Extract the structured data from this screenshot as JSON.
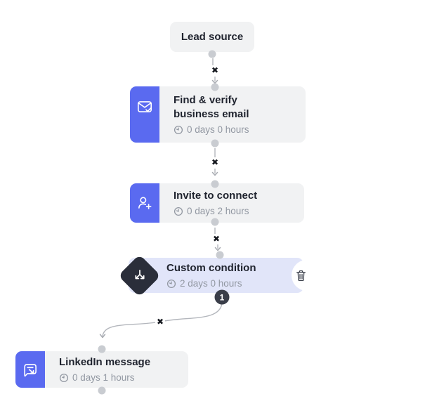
{
  "canvas": {
    "background": "#ffffff"
  },
  "colors": {
    "accent_blue": "#5a6af0",
    "node_bg": "#f1f2f3",
    "condition_bg": "#e1e5f9",
    "diamond_dark": "#2a2e3a",
    "badge_dark": "#3a3e49",
    "title_text": "#1f232e",
    "muted_text": "#9298a2",
    "connector_gray": "#b3b6bc"
  },
  "nodes": {
    "lead_source": {
      "label": "Lead source"
    },
    "find_verify_email": {
      "title": "Find & verify business email",
      "delay": "0 days 0 hours",
      "icon": "email-check-icon"
    },
    "invite_to_connect": {
      "title": "Invite to connect",
      "delay": "0 days 2 hours",
      "icon": "person-add-icon"
    },
    "custom_condition": {
      "title": "Custom condition",
      "delay": "2 days 0 hours",
      "icon": "branch-split-icon",
      "branch_badge": "1"
    },
    "linkedin_message": {
      "title": "LinkedIn message",
      "delay": "0 days 1 hours",
      "icon": "chat-send-icon"
    }
  },
  "connectors": {
    "remove_glyph": "✖"
  }
}
